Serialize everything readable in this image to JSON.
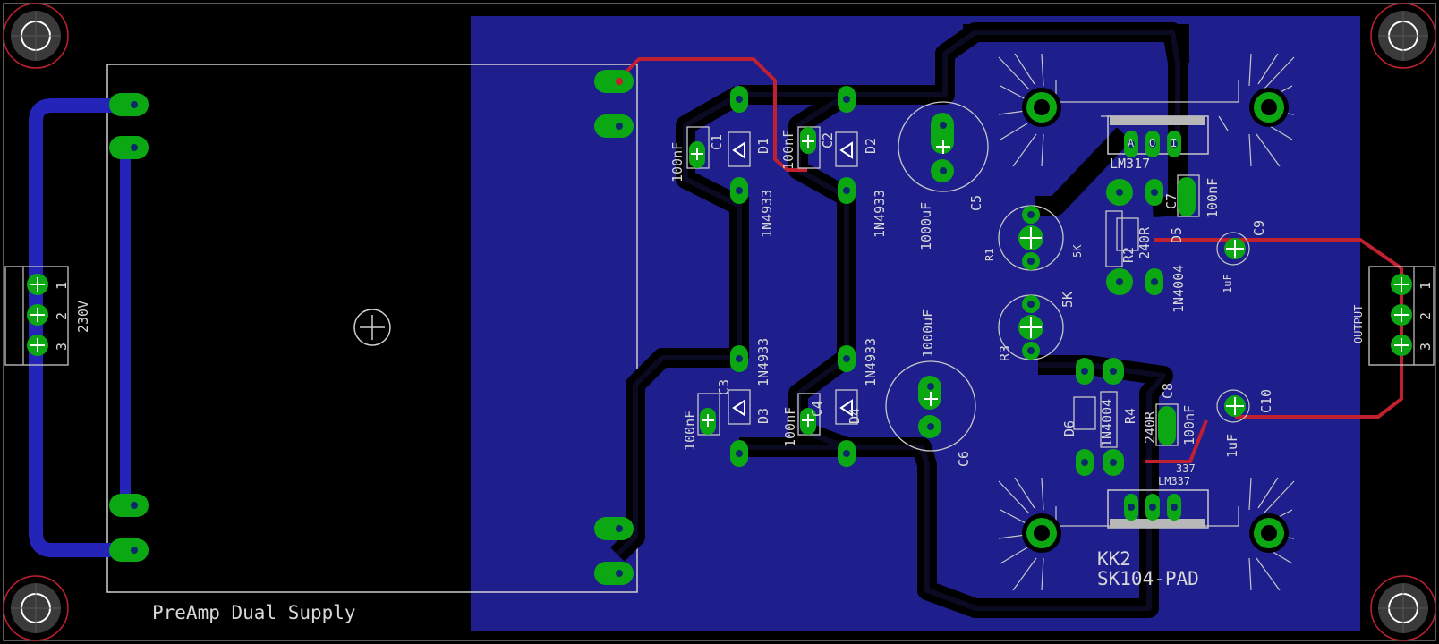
{
  "board": {
    "title": "PreAmp Dual Supply"
  },
  "connectors": {
    "input": {
      "label": "230V",
      "pins": [
        "1",
        "2",
        "3"
      ]
    },
    "output": {
      "label": "OUTPUT",
      "pins": [
        "1",
        "2",
        "3"
      ]
    }
  },
  "components": {
    "c1": {
      "name": "C1",
      "value": "100nF"
    },
    "c2": {
      "name": "C2",
      "value": "100nF"
    },
    "c3": {
      "name": "C3",
      "value": "100nF"
    },
    "c4": {
      "name": "C4",
      "value": "100nF"
    },
    "c5": {
      "name": "C5",
      "value": "1000uF"
    },
    "c6": {
      "name": "C6",
      "value": "1000uF"
    },
    "c7": {
      "name": "C7",
      "value": "100nF"
    },
    "c8": {
      "name": "C8",
      "value": "100nF"
    },
    "c9": {
      "name": "C9",
      "value": "1uF"
    },
    "c10": {
      "name": "C10",
      "value": "1uF"
    },
    "d1": {
      "name": "D1",
      "value": "1N4933"
    },
    "d2": {
      "name": "D2",
      "value": "1N4933"
    },
    "d3": {
      "name": "D3",
      "value": "1N4933"
    },
    "d4": {
      "name": "D4",
      "value": "1N4933"
    },
    "d5": {
      "name": "D5",
      "value": "1N4004"
    },
    "d6": {
      "name": "D6",
      "value": "1N4004"
    },
    "r1": {
      "name": "R1",
      "value": "5K"
    },
    "r2": {
      "name": "R2",
      "value": "240R"
    },
    "r3": {
      "name": "R3",
      "value": "5K"
    },
    "r4": {
      "name": "R4",
      "value": "240R"
    },
    "u_pos": {
      "name": "LM317",
      "pins": [
        "A",
        "O",
        "I"
      ]
    },
    "u_neg": {
      "name": "LM337",
      "alt": "337"
    },
    "heatsink": {
      "name": "KK2",
      "value": "SK104-PAD"
    }
  },
  "colors": {
    "copper_bottom": "#1e1e8c",
    "trace_bottom": "#2020b0",
    "trace_top": "#c02030",
    "pad": "#0ca814",
    "silkscreen": "#d8d8d8",
    "background": "#000000"
  }
}
